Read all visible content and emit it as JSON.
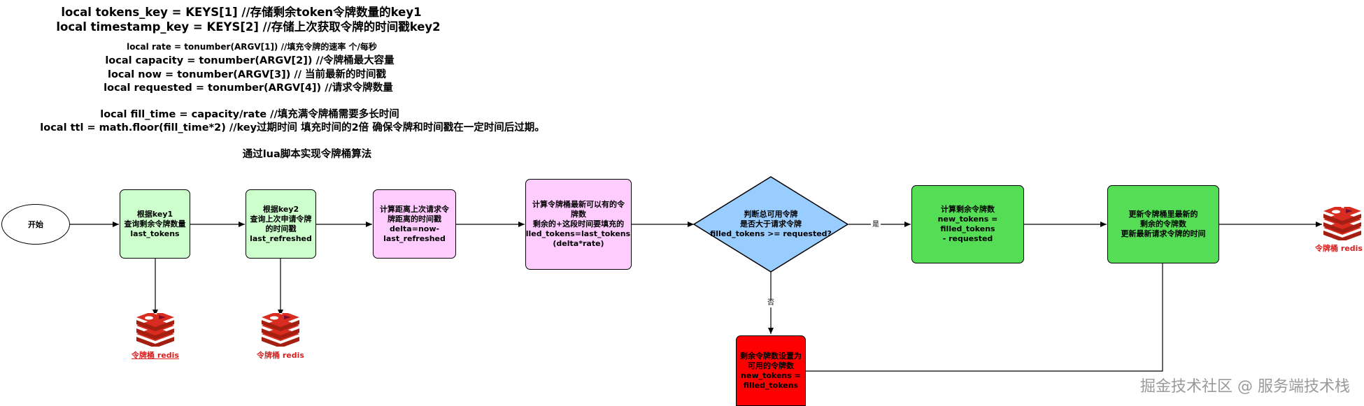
{
  "code": {
    "line1": "local tokens_key = KEYS[1]          //存储剩余token令牌数量的key1",
    "line2": "local timestamp_key = KEYS[2]  //存储上次获取令牌的时间戳key2",
    "line3": "local rate = tonumber(ARGV[1])      //填充令牌的速率 个/每秒",
    "line4": "local capacity = tonumber(ARGV[2]) //令牌桶最大容量",
    "line5": "local now = tonumber(ARGV[3]) // 当前最新的时间戳",
    "line6": "local requested = tonumber(ARGV[4]) //请求令牌数量",
    "line7": "local fill_time = capacity/rate     //填充满令牌桶需要多长时间",
    "line8": "local ttl = math.floor(fill_time*2) //key过期时间 填充时间的2倍 确保令牌和时间戳在一定时间后过期。",
    "caption": "通过lua脚本实现令牌桶算法"
  },
  "nodes": {
    "start": "开始",
    "query_key1": "根据key1\n查询剩余令牌数量\nlast_tokens",
    "query_key2": "根据key2\n查询上次申请令牌\n的时间戳\nlast_refreshed",
    "calc_delta": "计算距离上次请求令\n牌距离的时间戳\ndelta=now-\nlast_refreshed",
    "calc_filled": "计算令牌桶最新可以有的令\n牌数\n剩余的+这段时间要填充的\nfilled_tokens=last_tokens+\n(delta*rate)",
    "decision": "判断总可用令牌\n是否大于请求令牌\nfilled_tokens >= requested?",
    "calc_remaining": "计算剩余令牌数\nnew_tokens = filled_tokens\n- requested",
    "set_available": "剩余令牌数设置为\n可用的令牌数\nnew_tokens =\nfilled_tokens",
    "update_redis": "更新令牌桶里最新的\n剩余的令牌数\n更新最新请求令牌的时间"
  },
  "edges": {
    "yes": "是",
    "no": "否"
  },
  "redis": {
    "label1": "令牌桶 redis",
    "label2": "令牌桶 redis",
    "label3": "令牌桶 redis",
    "icon": "redis-icon"
  },
  "watermark": "掘金技术社区 @ 服务端技术栈",
  "colors": {
    "green_light": "#ccffcc",
    "pink_light": "#ffccff",
    "green_strong": "#55dd55",
    "red_strong": "#ff0000",
    "decision_blue": "#99ccff",
    "redis_red": "#d72020"
  }
}
